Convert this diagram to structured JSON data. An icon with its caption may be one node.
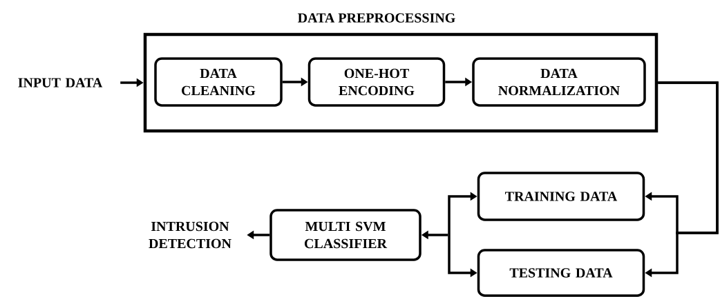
{
  "diagram": {
    "nodes": [
      {
        "text": [
          "INPUT DATA"
        ]
      },
      {
        "text": [
          "DATA PREPROCESSING"
        ]
      },
      {
        "text": [
          "DATA CLEANING"
        ],
        "in": 1
      },
      {
        "text": [
          "ONE-HOT ENCODING"
        ],
        "in": 1
      },
      {
        "text": [
          "DATA NORMALIZATION"
        ],
        "in": 1
      },
      {
        "text": [
          "TRAINING DATA"
        ]
      },
      {
        "text": [
          "TESTING DATA"
        ]
      },
      {
        "text": [
          "MULTI SVM CLASSIFIER"
        ]
      },
      {
        "text": [
          "INTRUSION DETECTION"
        ]
      }
    ],
    "edges": [
      {
        "from": 0,
        "to": 1,
        "arrow": "to"
      },
      {
        "from": 2,
        "to": 3,
        "arrow": "to"
      },
      {
        "from": 3,
        "to": 4,
        "arrow": "to"
      },
      {
        "from": 1,
        "to": 5,
        "arrow": "to"
      },
      {
        "from": 1,
        "to": 6,
        "arrow": "to"
      },
      {
        "from": 5,
        "to": 7,
        "arrow": "both"
      },
      {
        "from": 6,
        "to": 7,
        "arrow": "both"
      },
      {
        "from": 7,
        "to": 8,
        "arrow": "to"
      }
    ]
  }
}
